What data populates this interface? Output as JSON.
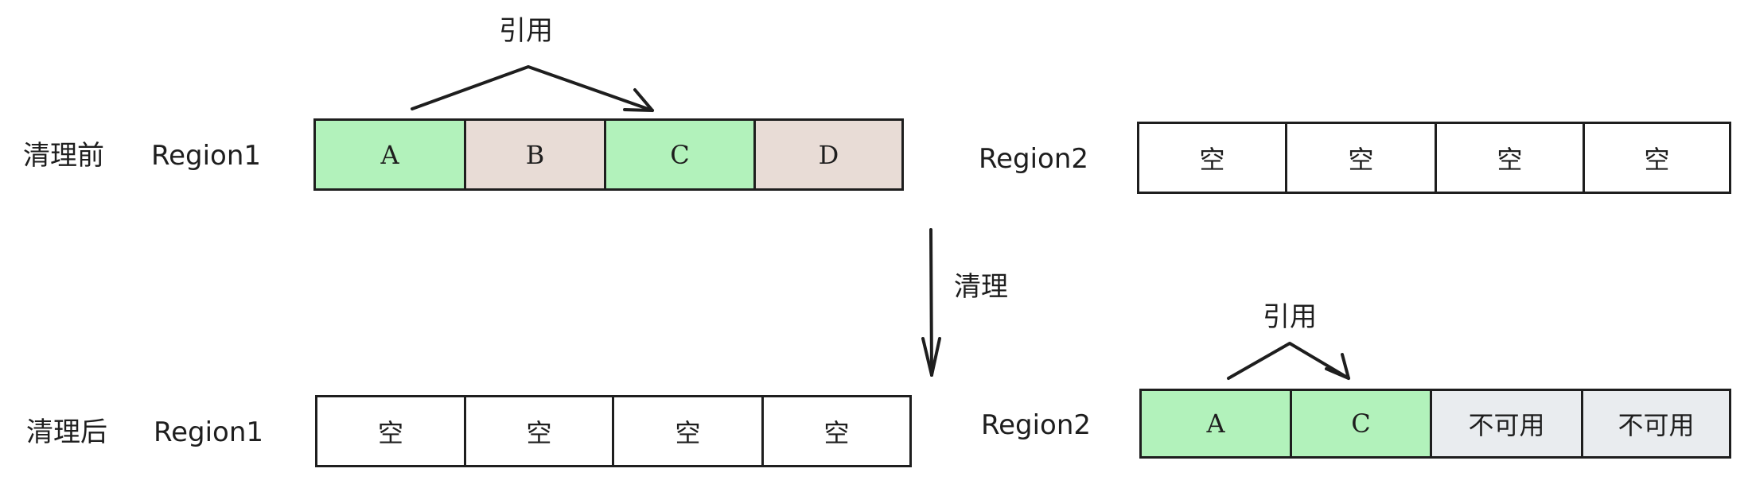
{
  "colors": {
    "referenced": "#b2f2bb",
    "garbage": "#e8dcd6",
    "unavailable": "#e9ecef",
    "empty": "#ffffff",
    "stroke": "#1e1e1e"
  },
  "before": {
    "stage_label": "清理前",
    "region1": {
      "label": "Region1",
      "cells": [
        {
          "text": "A",
          "state": "referenced"
        },
        {
          "text": "B",
          "state": "garbage"
        },
        {
          "text": "C",
          "state": "referenced"
        },
        {
          "text": "D",
          "state": "garbage"
        }
      ],
      "reference_label": "引用"
    },
    "region2": {
      "label": "Region2",
      "cells": [
        {
          "text": "空",
          "state": "empty"
        },
        {
          "text": "空",
          "state": "empty"
        },
        {
          "text": "空",
          "state": "empty"
        },
        {
          "text": "空",
          "state": "empty"
        }
      ]
    }
  },
  "transition": {
    "label": "清理"
  },
  "after": {
    "stage_label": "清理后",
    "region1": {
      "label": "Region1",
      "cells": [
        {
          "text": "空",
          "state": "empty"
        },
        {
          "text": "空",
          "state": "empty"
        },
        {
          "text": "空",
          "state": "empty"
        },
        {
          "text": "空",
          "state": "empty"
        }
      ]
    },
    "region2": {
      "label": "Region2",
      "cells": [
        {
          "text": "A",
          "state": "referenced"
        },
        {
          "text": "C",
          "state": "referenced"
        },
        {
          "text": "不可用",
          "state": "unavailable"
        },
        {
          "text": "不可用",
          "state": "unavailable"
        }
      ],
      "reference_label": "引用"
    }
  }
}
